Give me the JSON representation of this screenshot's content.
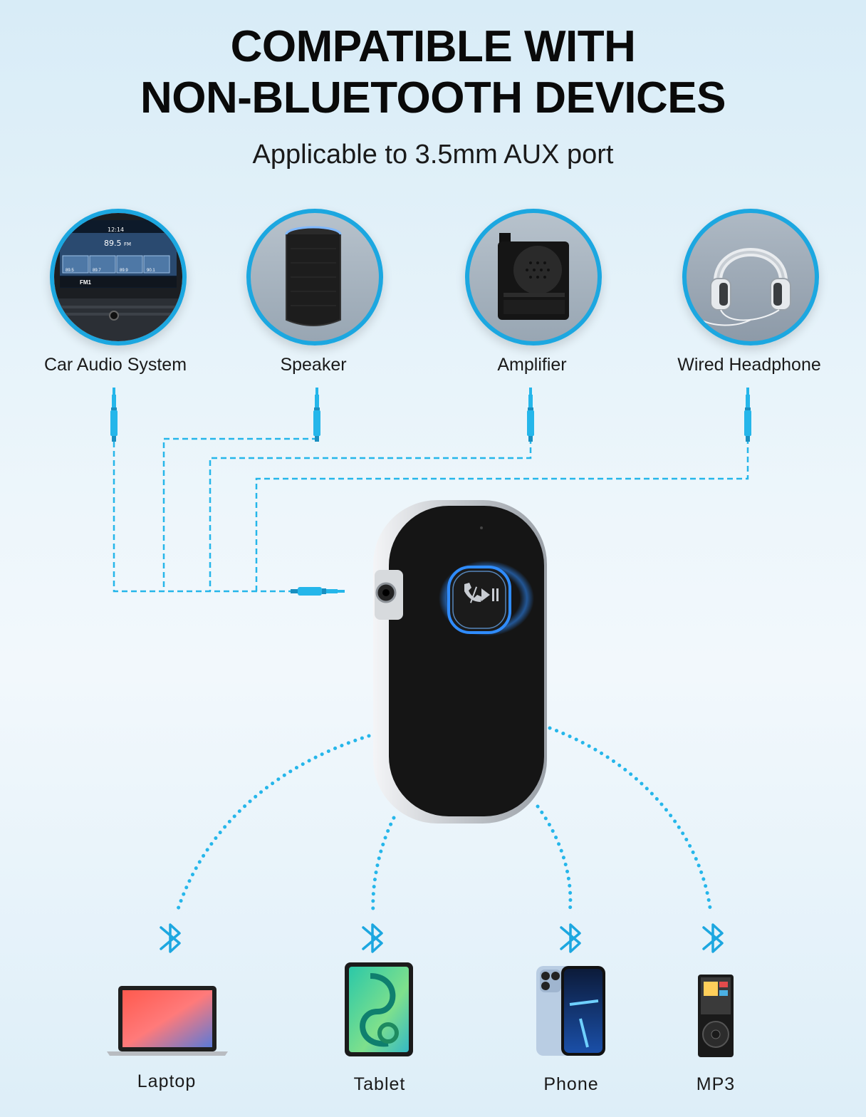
{
  "header": {
    "line1": "COMPATIBLE WITH",
    "line2": "NON-BLUETOOTH DEVICES",
    "subtitle": "Applicable to 3.5mm AUX port"
  },
  "aux_devices": [
    {
      "label": "Car Audio System",
      "icon": "car-stereo-icon"
    },
    {
      "label": "Speaker",
      "icon": "speaker-icon"
    },
    {
      "label": "Amplifier",
      "icon": "amplifier-icon"
    },
    {
      "label": "Wired Headphone",
      "icon": "headphone-icon"
    }
  ],
  "car_screen": {
    "time": "12:14",
    "freq": "89.5",
    "band": "FM",
    "presets": [
      "89.5",
      "89.7",
      "89.9",
      "90.1"
    ],
    "source": "FM1"
  },
  "bluetooth_devices": [
    {
      "label": "Laptop",
      "icon": "laptop-icon"
    },
    {
      "label": "Tablet",
      "icon": "tablet-icon"
    },
    {
      "label": "Phone",
      "icon": "phone-icon"
    },
    {
      "label": "MP3",
      "icon": "mp3-player-icon"
    }
  ],
  "colors": {
    "accent": "#1ca7e0",
    "cable": "#25b6ea",
    "device_body": "#151515",
    "device_frame": "#c9ccd1",
    "button_glow": "#2e8cff"
  }
}
